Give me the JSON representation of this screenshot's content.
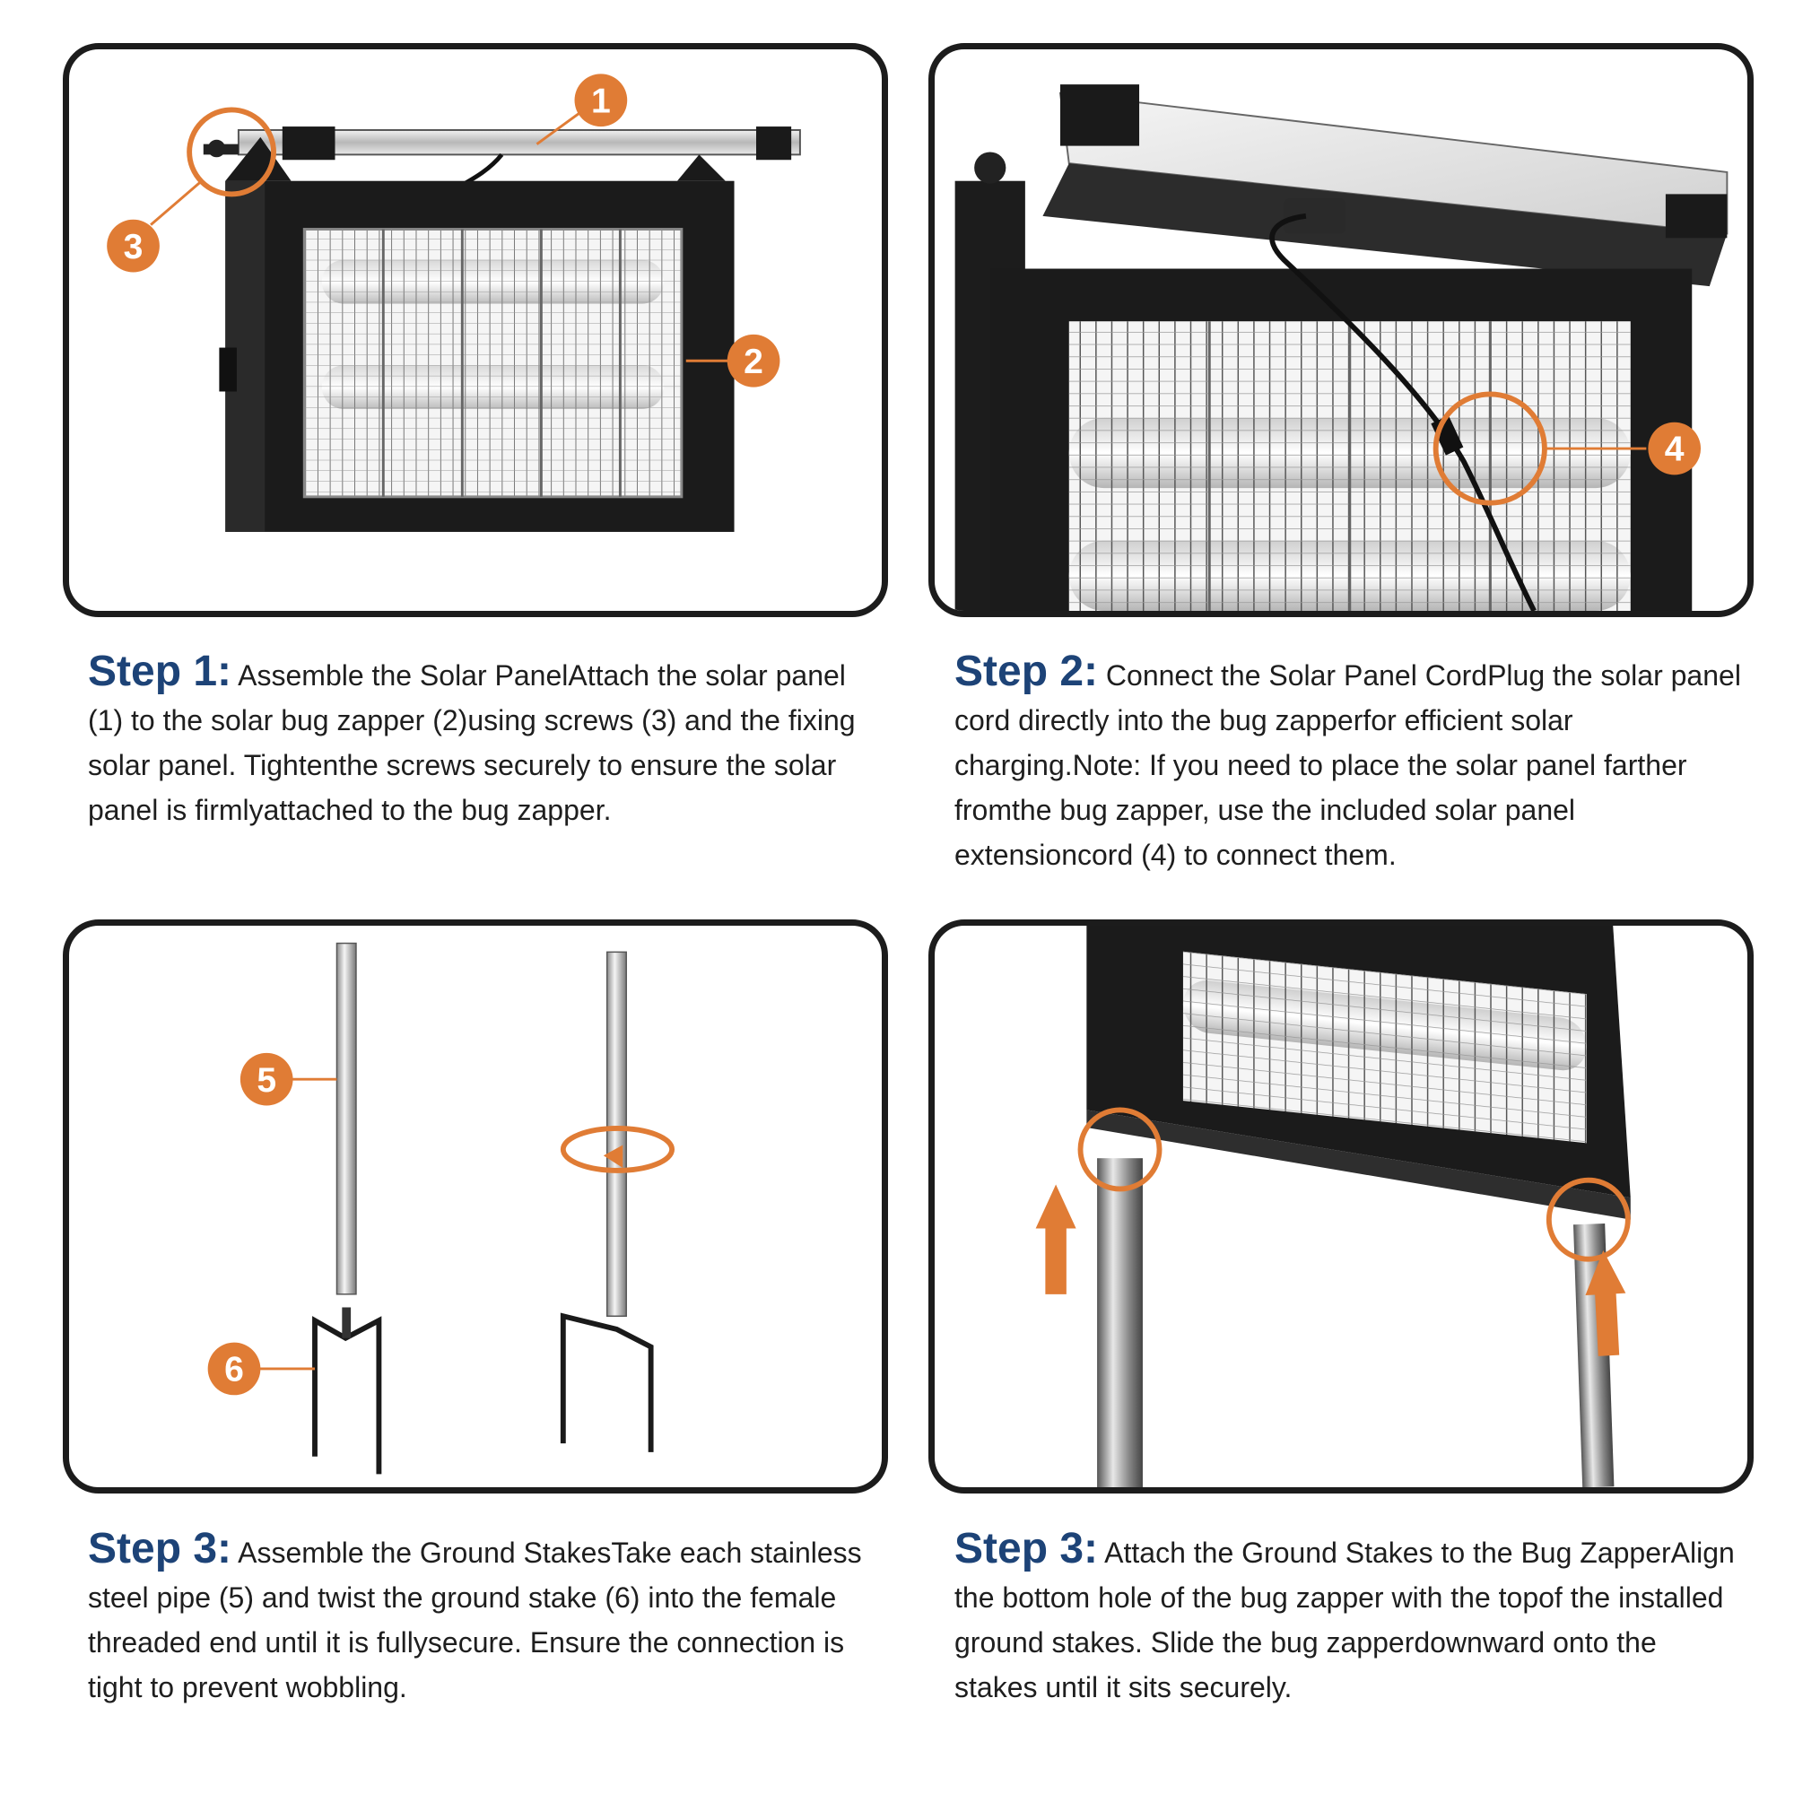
{
  "colors": {
    "accent": "#e07c35",
    "heading": "#1d4377",
    "frame": "#1c1c1c",
    "text": "#1e1e1e"
  },
  "steps": [
    {
      "label": "Step 1:",
      "text": "Assemble the Solar PanelAttach the solar panel (1) to the solar bug zapper (2)using screws (3) and the fixing solar panel. Tightenthe screws securely to ensure the solar panel is firmlyattached to the bug zapper."
    },
    {
      "label": "Step 2:",
      "text": "Connect the Solar Panel CordPlug the solar panel cord directly into the bug zapperfor efficient solar charging.Note: If you need to place the solar panel farther fromthe bug zapper, use the included solar panel extensioncord (4) to connect them."
    },
    {
      "label": "Step 3:",
      "text": "Assemble the Ground StakesTake each stainless steel pipe (5) and twist the ground stake (6) into the female threaded end until it is fullysecure. Ensure the connection is tight to prevent wobbling."
    },
    {
      "label": "Step 3:",
      "text": "Attach the Ground Stakes to the Bug ZapperAlign the bottom hole of the bug zapper with the topof the installed ground stakes. Slide the bug zapperdownward onto the stakes until it sits securely."
    }
  ],
  "callouts": {
    "c1": "1",
    "c2": "2",
    "c3": "3",
    "c4": "4",
    "c5": "5",
    "c6": "6"
  },
  "icons": [
    "rotate-arrow-icon",
    "up-arrow-icon"
  ]
}
